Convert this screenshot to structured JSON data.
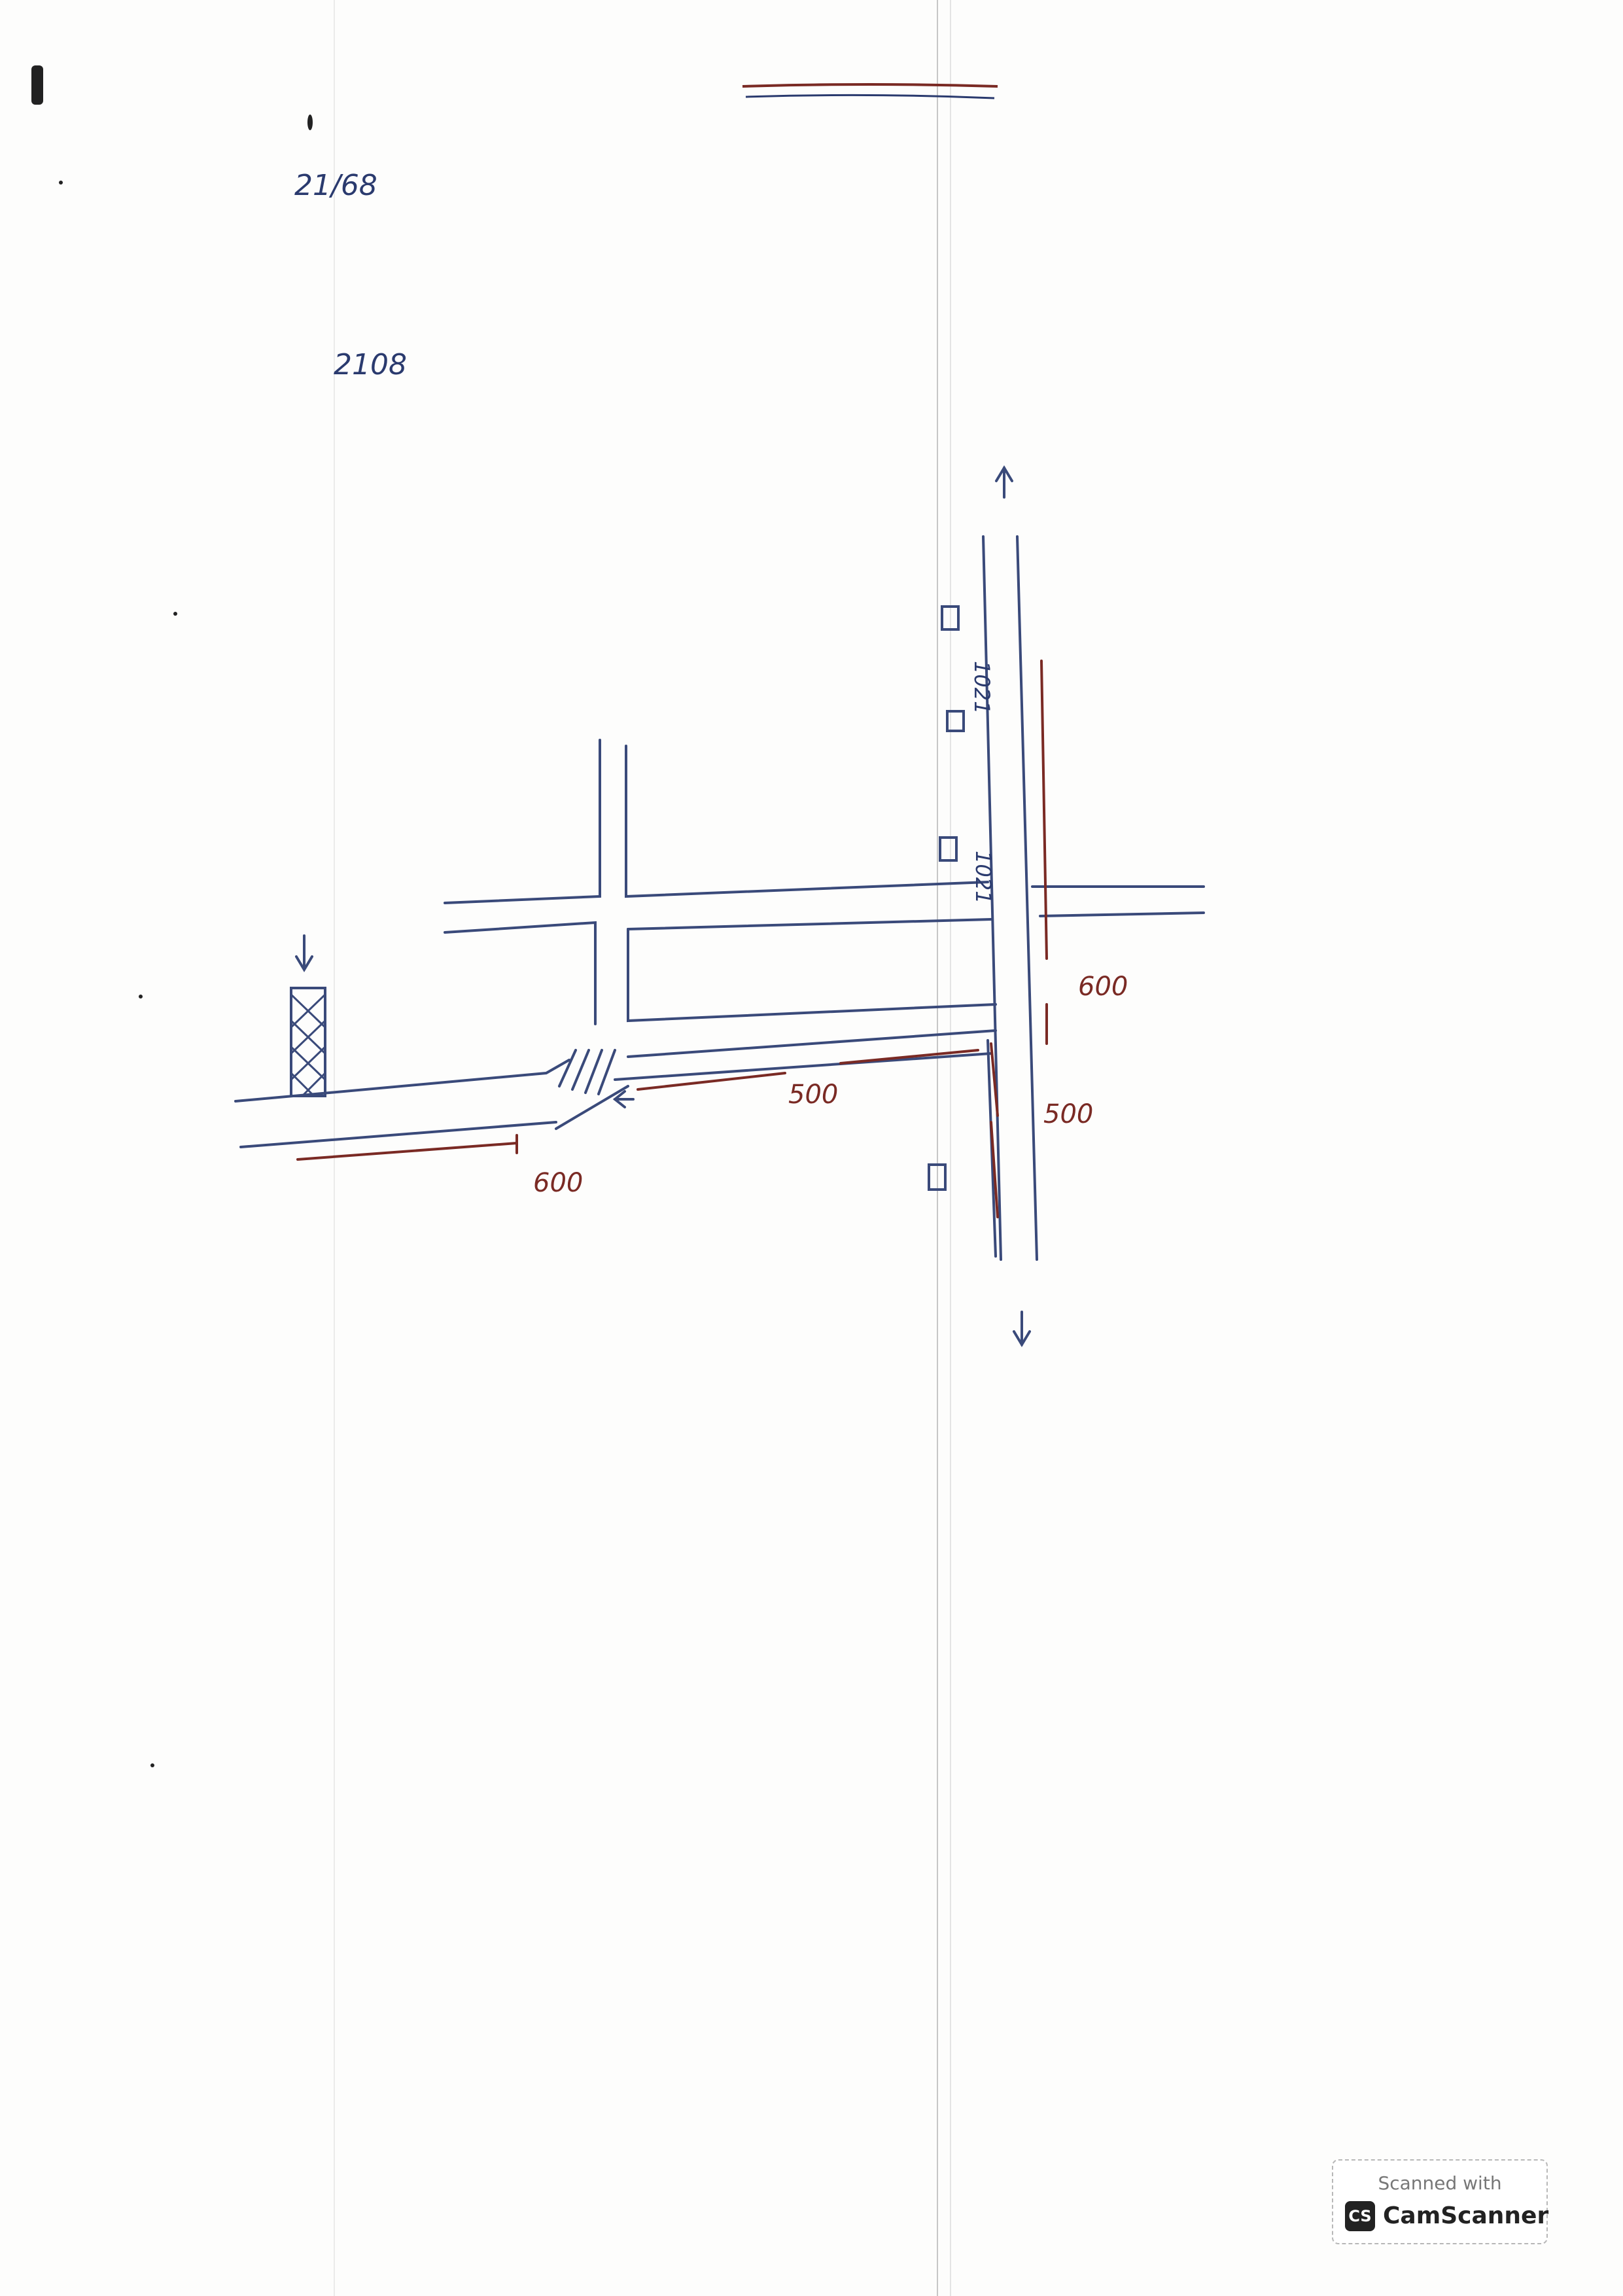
{
  "header": {
    "title": "",
    "line1": {
      "label": "",
      "case_no": "21/68",
      "court": ""
    },
    "line2": {
      "plaintiff": "",
      "defendant": ""
    },
    "line3": {
      "label": "",
      "house_no": "2108",
      "subdistrict": "",
      "district": "",
      "province": ""
    }
  },
  "map": {
    "route_north_label": "",
    "route_south_label": "",
    "highway_number_top": "1021",
    "highway_number_mid": "1021",
    "school_label": "",
    "temple_label": "",
    "shop_label": "",
    "road_top_label": "",
    "canal_label_center": "",
    "road_south_label": "",
    "canal_label_left": "",
    "road_left_label": "",
    "bridge_label": "",
    "target_house_label": "",
    "cafe_label": "",
    "hwy_side_label": "",
    "distance_right_1": "600",
    "distance_right_2": "500",
    "distance_mid": "500",
    "distance_left": "600"
  },
  "watermark": {
    "scanned_with": "Scanned with",
    "logo_text": "CS",
    "brand": "CamScanner"
  },
  "colors": {
    "ink_blue": "#2a3a6e",
    "ink_red": "#7a2a24",
    "road_line": "#3a4a7a"
  }
}
